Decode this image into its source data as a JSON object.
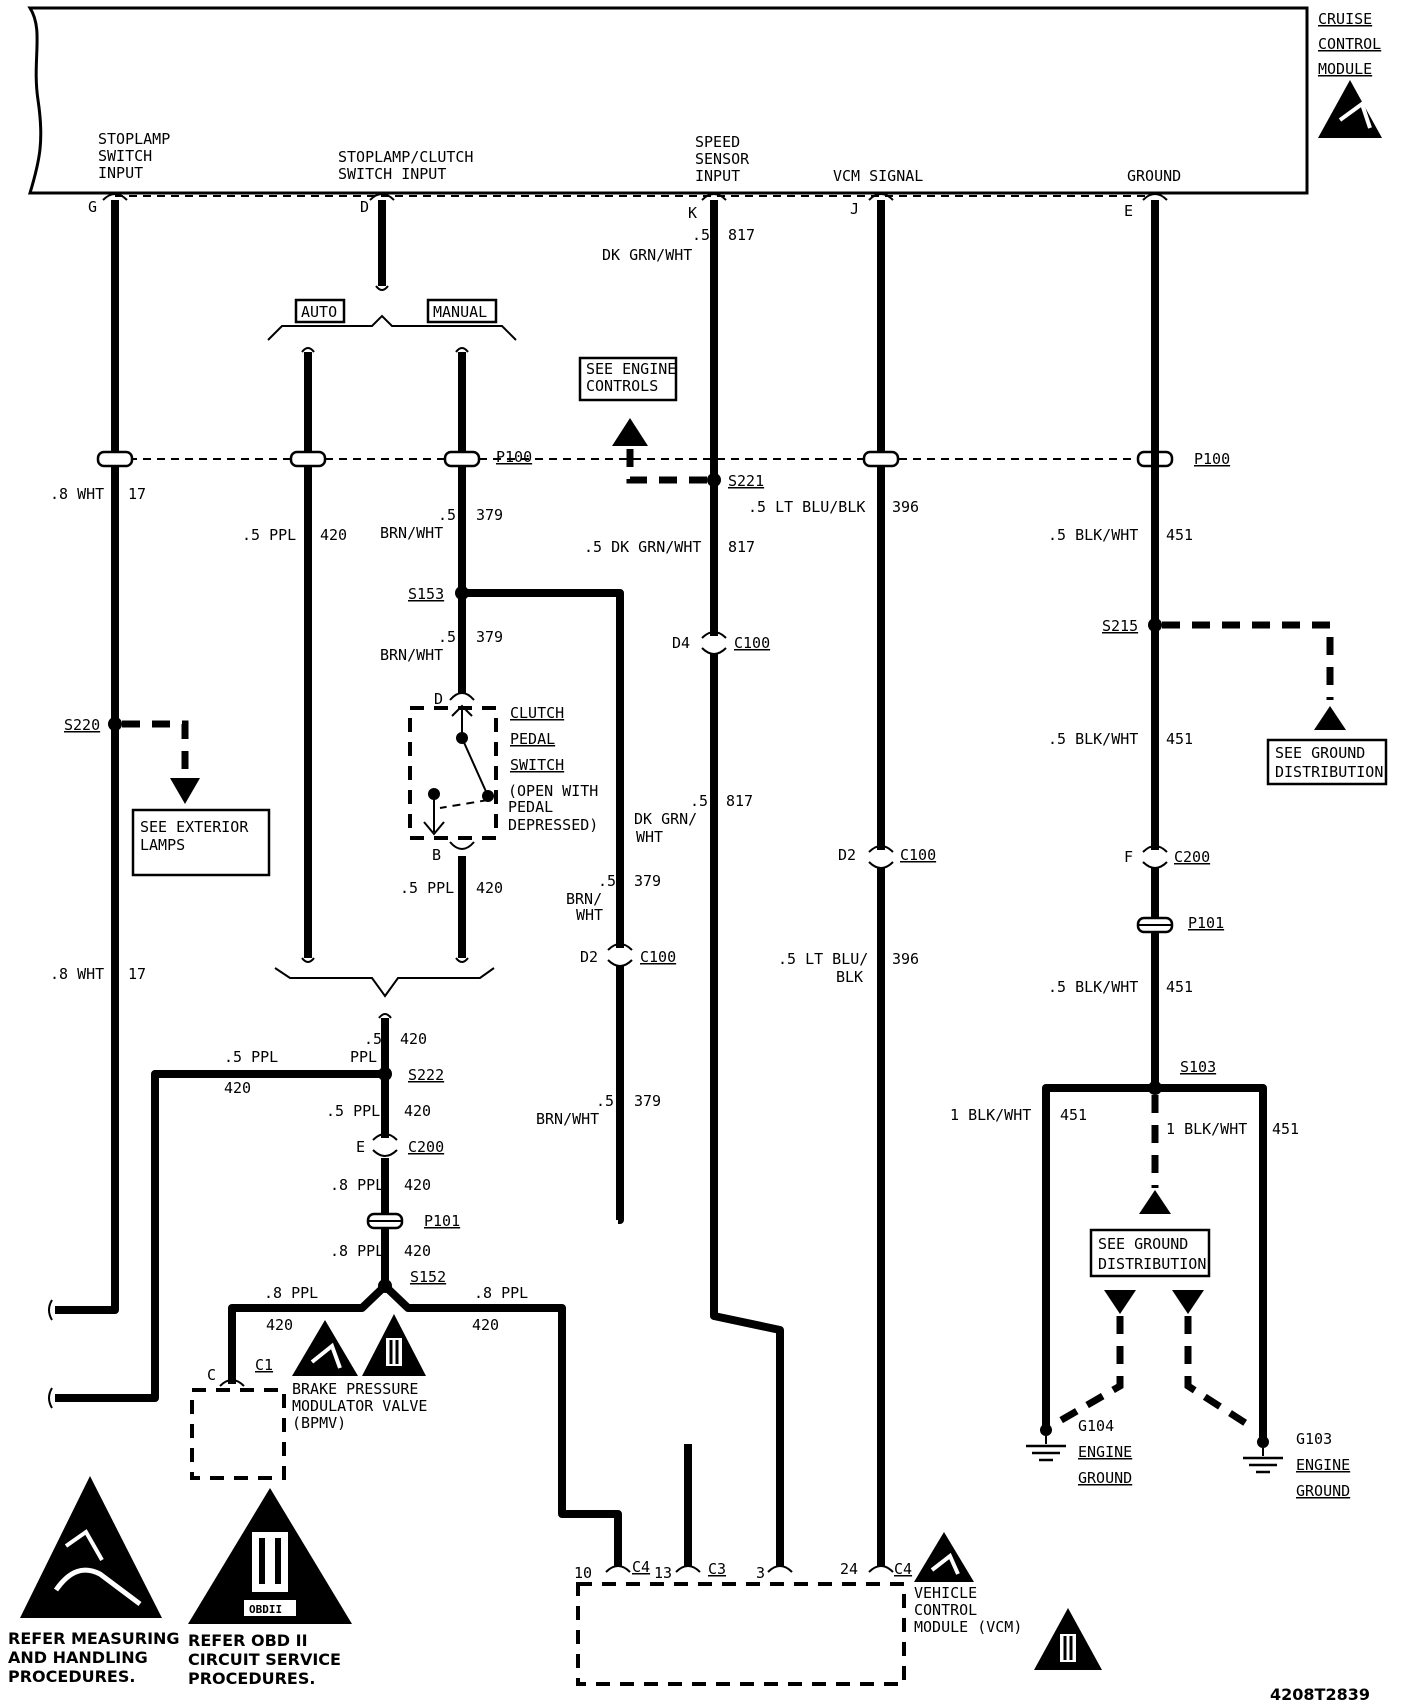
{
  "module": {
    "name_lines": [
      "CRUISE",
      "CONTROL",
      "MODULE"
    ],
    "inputs": [
      {
        "lines": [
          "STOPLAMP",
          "SWITCH",
          "INPUT"
        ],
        "pin": "G"
      },
      {
        "lines": [
          "STOPLAMP/CLUTCH",
          "SWITCH INPUT"
        ],
        "pin": "D"
      },
      {
        "lines": [
          "SPEED",
          "SENSOR",
          "INPUT"
        ],
        "pin": "K"
      },
      {
        "lines": [
          "VCM SIGNAL"
        ],
        "pin": "J"
      },
      {
        "lines": [
          "GROUND"
        ],
        "pin": "E"
      }
    ]
  },
  "options": {
    "auto": "AUTO",
    "manual": "MANUAL"
  },
  "refs": {
    "engine_controls": [
      "SEE ENGINE",
      "CONTROLS"
    ],
    "exterior_lamps": [
      "SEE EXTERIOR",
      "LAMPS"
    ],
    "ground_dist": [
      "SEE GROUND",
      "DISTRIBUTION"
    ]
  },
  "splices": {
    "s220": "S220",
    "s221": "S221",
    "s153": "S153",
    "s215": "S215",
    "s222": "S222",
    "s152": "S152",
    "s103": "S103"
  },
  "connectors": {
    "p100": "P100",
    "p101": "P101",
    "c100": "C100",
    "c200": "C200",
    "c1": "C1",
    "c3": "C3",
    "c4": "C4",
    "pin_d4": "D4",
    "pin_d2": "D2",
    "pin_f": "F",
    "pin_e": "E",
    "pin_c": "C",
    "pin_d": "D",
    "pin_b": "B"
  },
  "wires": {
    "w17": {
      "gauge": ".8",
      "color": "WHT",
      "circuit": "17"
    },
    "w420": {
      "gauge": ".5",
      "color": "PPL",
      "circuit": "420"
    },
    "w420_8": {
      "gauge": ".8",
      "color": "PPL",
      "circuit": "420"
    },
    "w379": {
      "gauge": ".5",
      "color": "BRN/WHT",
      "circuit": "379",
      "color_a": "BRN/",
      "color_b": "WHT"
    },
    "w817": {
      "gauge": ".5",
      "color": "DK GRN/WHT",
      "circuit": "817",
      "color_a": "DK GRN/",
      "color_b": "WHT"
    },
    "w396": {
      "gauge": ".5",
      "color": "LT BLU/BLK",
      "circuit": "396",
      "color_a": "LT BLU/",
      "color_b": "BLK"
    },
    "w451": {
      "gauge": ".5",
      "color": "BLK/WHT",
      "circuit": "451"
    },
    "w451_1": {
      "gauge": "1",
      "color": "BLK/WHT",
      "circuit": "451"
    }
  },
  "clutch_switch": {
    "lines": [
      "CLUTCH",
      "PEDAL",
      "SWITCH",
      "(OPEN WITH",
      "PEDAL",
      "DEPRESSED)"
    ]
  },
  "bpmv": {
    "lines": [
      "BRAKE PRESSURE",
      "MODULATOR VALVE",
      "(BPMV)"
    ]
  },
  "vcm": {
    "lines": [
      "VEHICLE",
      "CONTROL",
      "MODULE (VCM)"
    ],
    "pins": [
      "10",
      "13",
      "3",
      "24"
    ]
  },
  "grounds": {
    "g104": [
      "G104",
      "ENGINE",
      "GROUND"
    ],
    "g103": [
      "G103",
      "ENGINE",
      "GROUND"
    ]
  },
  "legend": {
    "measuring": [
      "REFER MEASURING",
      "AND HANDLING",
      "PROCEDURES."
    ],
    "obd": [
      "REFER OBD II",
      "CIRCUIT SERVICE",
      "PROCEDURES."
    ],
    "obd_badge": "OBDII",
    "roman": "II"
  },
  "figure_id": "4208T2839"
}
